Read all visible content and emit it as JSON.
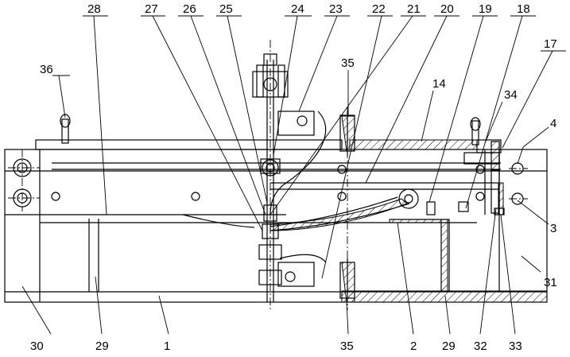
{
  "labels": {
    "l28": "28",
    "l27": "27",
    "l26": "26",
    "l25": "25",
    "l24": "24",
    "l23": "23",
    "l22": "22",
    "l21": "21",
    "l20": "20",
    "l19": "19",
    "l18": "18",
    "l17": "17",
    "l36": "36",
    "l35top": "35",
    "l14": "14",
    "l34": "34",
    "l4": "4",
    "l3": "3",
    "l31": "31",
    "l30": "30",
    "l29a": "29",
    "l1": "1",
    "l35bot": "35",
    "l2": "2",
    "l29b": "29",
    "l32": "32",
    "l33": "33"
  }
}
